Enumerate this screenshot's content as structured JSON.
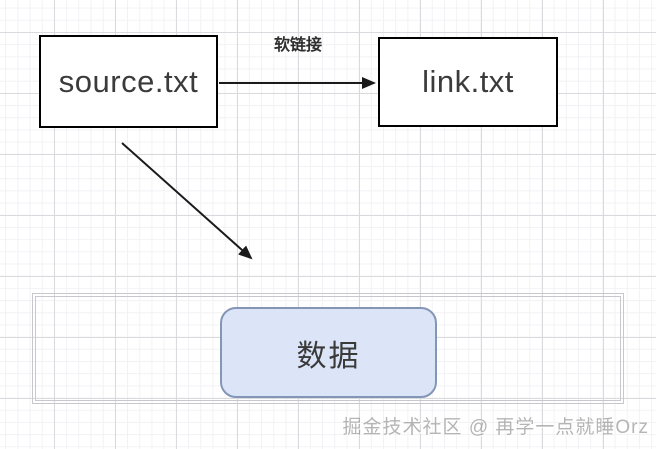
{
  "diagram": {
    "nodes": {
      "source": {
        "label": "source.txt"
      },
      "link": {
        "label": "link.txt"
      },
      "data": {
        "label": "数据"
      }
    },
    "edges": {
      "soft_link": {
        "label": "软链接",
        "from": "source.txt",
        "to": "link.txt"
      },
      "data_pointer": {
        "from": "source.txt",
        "to": "data-container"
      }
    },
    "colors": {
      "node_border": "#000000",
      "node_text": "#3b3b3b",
      "arrow": "#1a1a1a",
      "data_fill": "#dbe5f7",
      "data_border": "#8496b5",
      "container_border": "#c7c7cd",
      "grid_minor": "#f2f2f5",
      "grid_major": "#dadade"
    }
  },
  "watermark": {
    "text": "掘金技术社区 @ 再学一点就睡Orz"
  }
}
